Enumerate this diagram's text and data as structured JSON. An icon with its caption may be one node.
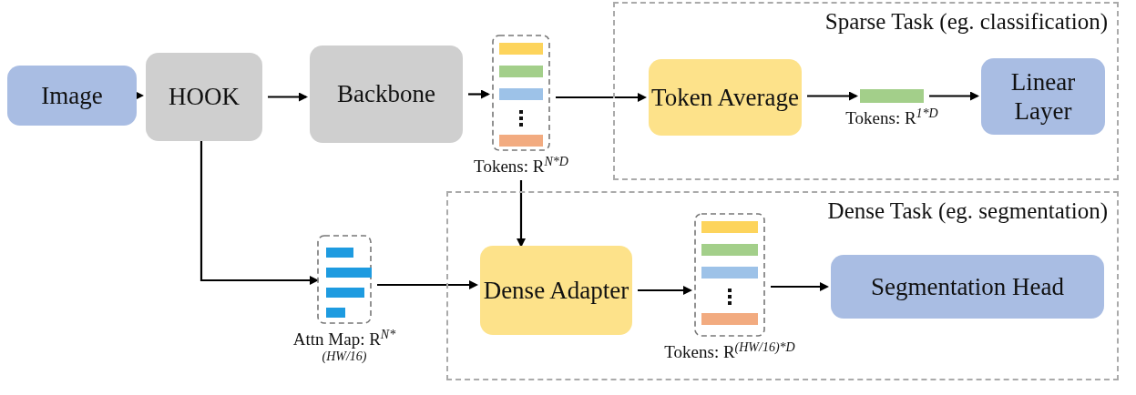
{
  "diagram": {
    "nodes": [
      {
        "text": [
          "Sparse Task (eg. classification)"
        ]
      },
      {
        "text": [
          "Image"
        ]
      },
      {
        "text": [
          "HOOK"
        ]
      },
      {
        "text": [
          "Backbone"
        ]
      },
      {
        "text": [],
        "shape": "box",
        "beside": [
          "Tokens: R$^{N*D}$"
        ]
      },
      {
        "text": [
          "Token Average"
        ],
        "in": 0
      },
      {
        "text": [],
        "shape": "bar",
        "in": 0,
        "beside": [
          "Tokens: R$^{1*D}$"
        ]
      },
      {
        "text": [
          "Linear Layer"
        ],
        "in": 0
      },
      {
        "text": [
          "Dense Task (eg. segmentation)"
        ]
      },
      {
        "text": [],
        "shape": "box",
        "beside": [
          "Attn Map: R$^{N*(HW/16)}$"
        ]
      },
      {
        "text": [
          "Dense Adapter"
        ],
        "in": 8
      },
      {
        "text": [],
        "shape": "box",
        "in": 8,
        "beside": [
          "Tokens: R$^{(HW/16)*D}$"
        ]
      },
      {
        "text": [
          "Segmentation Head"
        ],
        "in": 8
      }
    ],
    "edges": [
      {
        "from": 1,
        "to": 2,
        "arrow": "to"
      },
      {
        "from": 2,
        "to": 3,
        "arrow": "to"
      },
      {
        "from": 3,
        "to": 4,
        "arrow": "to"
      },
      {
        "from": 4,
        "to": 5,
        "arrow": "to"
      },
      {
        "from": 5,
        "to": 6,
        "arrow": "to"
      },
      {
        "from": 6,
        "to": 7,
        "arrow": "to"
      },
      {
        "from": 2,
        "to": 9,
        "arrow": "to"
      },
      {
        "from": 4,
        "to": 10,
        "arrow": "to"
      },
      {
        "from": 9,
        "to": 10,
        "arrow": "to"
      },
      {
        "from": 10,
        "to": 11,
        "arrow": "to"
      },
      {
        "from": 11,
        "to": 12,
        "arrow": "to"
      }
    ]
  }
}
